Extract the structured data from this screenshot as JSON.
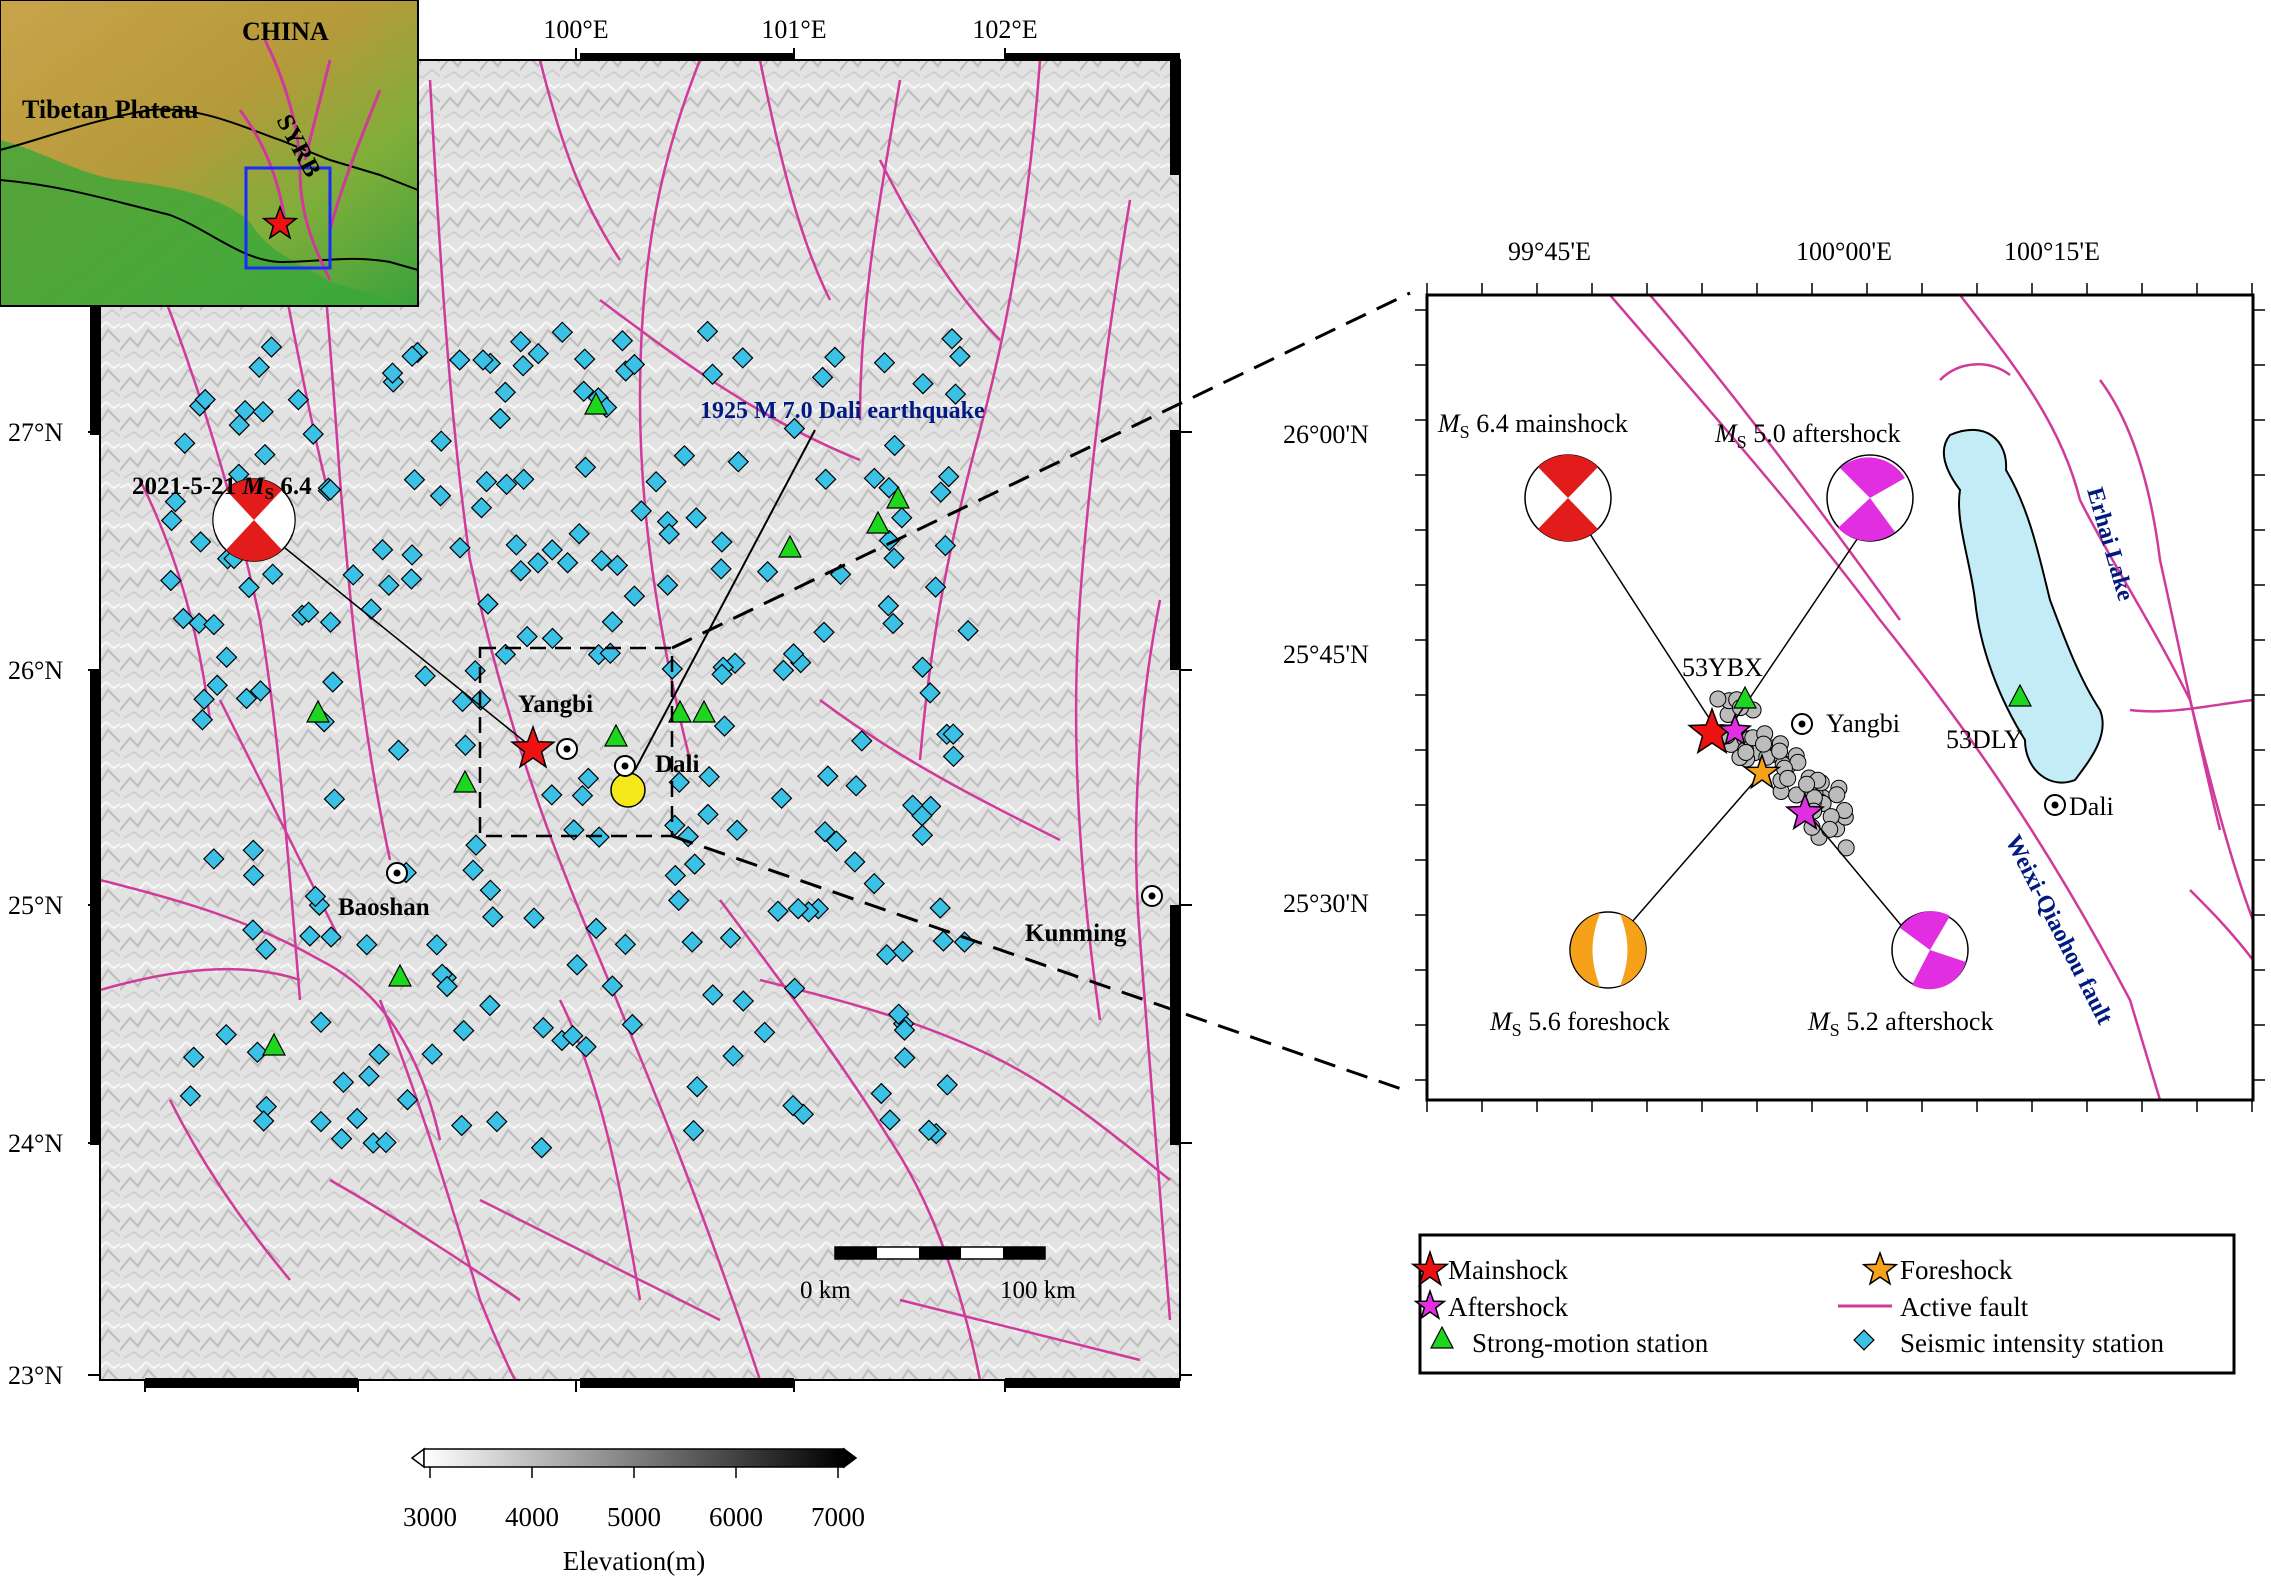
{
  "inset": {
    "labels": {
      "china": "CHINA",
      "tibet": "Tibetan Plateau",
      "syrb": "SYRB"
    }
  },
  "main_map": {
    "lon_ticks": [
      "100°E",
      "101°E",
      "102°E"
    ],
    "lat_ticks": [
      "27°N",
      "26°N",
      "25°N",
      "24°N",
      "23°N"
    ],
    "event_label": "2021-5-21",
    "event_mag_m": "M",
    "event_mag_s": "S",
    "event_mag_value": " 6.4",
    "historic_label": "1925 M 7.0 Dali earthquake",
    "cities": {
      "yangbi": "Yangbi",
      "dali": "Dali",
      "baoshan": "Baoshan",
      "kunming": "Kunming"
    },
    "scalebar": {
      "zero": "0 km",
      "hundred": "100 km"
    }
  },
  "zoom_map": {
    "lon_ticks": [
      "99°45'E",
      "100°00'E",
      "100°15'E"
    ],
    "lat_ticks": [
      "26°00'N",
      "25°45'N",
      "25°30'N"
    ],
    "mainshock_label": " 6.4 mainshock",
    "aftershock50_label": " 5.0 aftershock",
    "foreshock_label": " 5.6 foreshock",
    "aftershock52_label": " 5.2 aftershock",
    "m": "M",
    "s": "S",
    "stations": {
      "ybx": "53YBX",
      "dly": "53DLY"
    },
    "cities": {
      "yangbi": "Yangbi",
      "dali": "Dali"
    },
    "erhai": "Erhai Lake",
    "fault": "Weixi-Qiaohou fault"
  },
  "legend": {
    "mainshock": "Mainshock",
    "foreshock": "Foreshock",
    "aftershock": "Aftershock",
    "active_fault": "Active fault",
    "strong_motion": "Strong-motion station",
    "intensity": "Seismic intensity station"
  },
  "colorbar": {
    "ticks": [
      "3000",
      "4000",
      "5000",
      "6000",
      "7000"
    ],
    "title": "Elevation(m)"
  },
  "colors": {
    "fault": "#d03a9a",
    "intensity_station": "#3cc1e6",
    "strong_motion": "#1fd61f",
    "mainshock": "#ee1111",
    "aftershock": "#e02ee0",
    "foreshock": "#f5a11a",
    "lake": "#c4ecf7",
    "historic": "#f5e81a",
    "navy": "#001a80"
  }
}
